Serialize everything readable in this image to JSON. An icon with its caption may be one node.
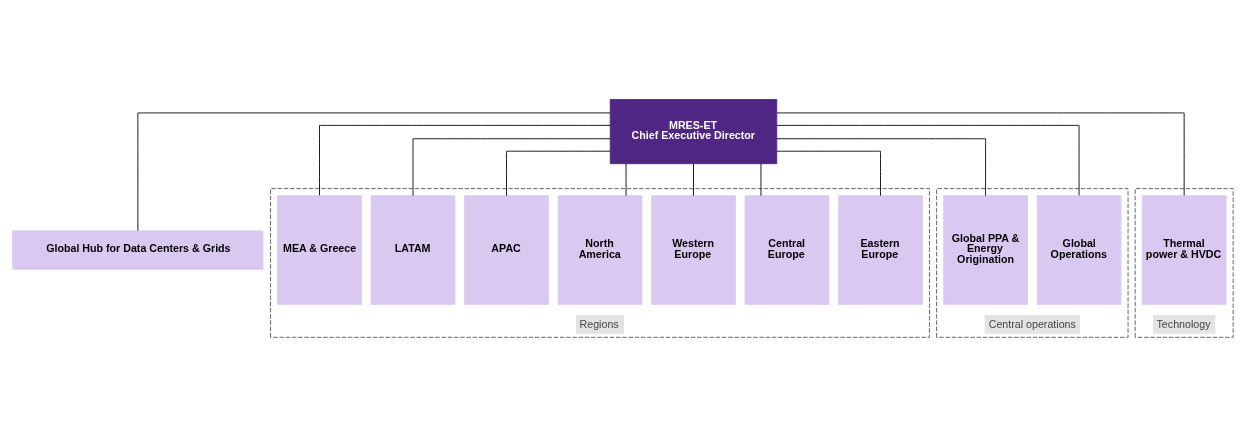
{
  "diagram": {
    "nodes": [
      {
        "text": [
          "MRES-ET",
          "Chief Executive Director"
        ]
      },
      {
        "text": [
          "Global Hub for Data Centers & Grids"
        ]
      },
      {
        "text": [
          "Regions"
        ]
      },
      {
        "text": [
          "MEA & Greece"
        ],
        "in": 2
      },
      {
        "text": [
          "LATAM"
        ],
        "in": 2
      },
      {
        "text": [
          "APAC"
        ],
        "in": 2
      },
      {
        "text": [
          "North America"
        ],
        "in": 2
      },
      {
        "text": [
          "Western Europe"
        ],
        "in": 2
      },
      {
        "text": [
          "Central Europe"
        ],
        "in": 2
      },
      {
        "text": [
          "Eastern Europe"
        ],
        "in": 2
      },
      {
        "text": [
          "Central operations"
        ]
      },
      {
        "text": [
          "Global PPA & Energy Origination"
        ],
        "in": 10
      },
      {
        "text": [
          "Global Operations"
        ],
        "in": 10
      },
      {
        "text": [
          "Technology"
        ]
      },
      {
        "text": [
          "Thermal power & HVDC"
        ],
        "in": 13
      }
    ],
    "edges": [
      {
        "from": 0,
        "to": 1,
        "arrow": "none"
      },
      {
        "from": 0,
        "to": 3,
        "arrow": "none"
      },
      {
        "from": 0,
        "to": 4,
        "arrow": "none"
      },
      {
        "from": 0,
        "to": 5,
        "arrow": "none"
      },
      {
        "from": 0,
        "to": 6,
        "arrow": "none"
      },
      {
        "from": 0,
        "to": 7,
        "arrow": "none"
      },
      {
        "from": 0,
        "to": 8,
        "arrow": "none"
      },
      {
        "from": 0,
        "to": 9,
        "arrow": "none"
      },
      {
        "from": 0,
        "to": 11,
        "arrow": "none"
      },
      {
        "from": 0,
        "to": 12,
        "arrow": "none"
      },
      {
        "from": 0,
        "to": 14,
        "arrow": "none"
      }
    ]
  }
}
